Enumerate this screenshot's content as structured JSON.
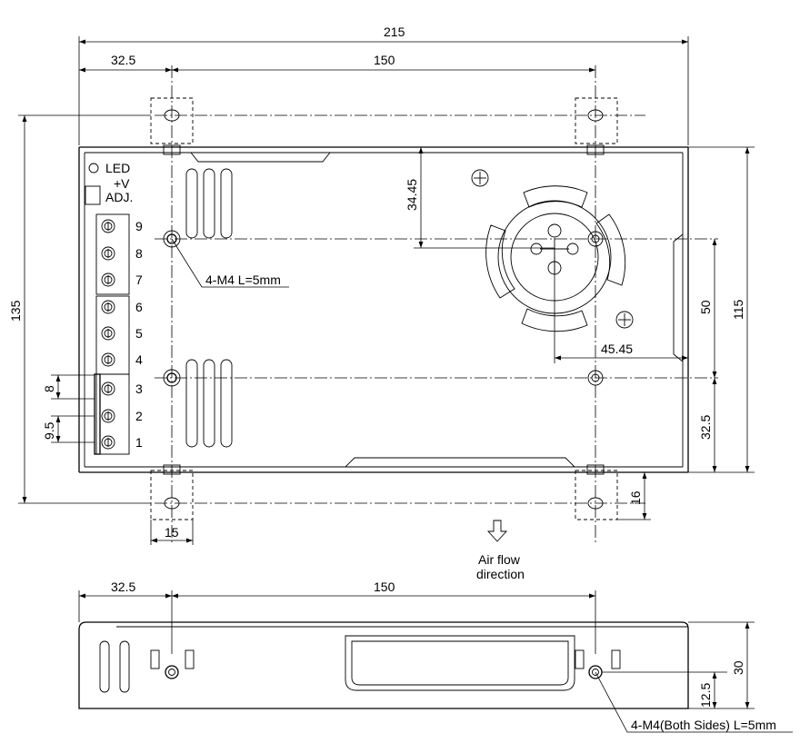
{
  "dimensions": {
    "overall_width": "215",
    "left_offset_top": "32.5",
    "hole_spacing_top": "150",
    "overall_height": "135",
    "fan_offset_vertical": "34.45",
    "fan_offset_horizontal": "45.45",
    "hole_spacing_vertical": "50",
    "lower_hole_offset": "32.5",
    "body_height": "115",
    "flange_height": "16",
    "flange_width": "15",
    "terminal_pitch_a": "8",
    "terminal_pitch_b": "9.5",
    "side_left_offset": "32.5",
    "side_hole_spacing": "150",
    "side_height": "30",
    "side_hole_height": "12.5"
  },
  "labels": {
    "led": "LED",
    "vadj_line1": "+V",
    "vadj_line2": "ADJ.",
    "screw_callout_top": "4-M4 L=5mm",
    "screw_callout_side": "4-M4(Both Sides) L=5mm",
    "airflow_line1": "Air flow",
    "airflow_line2": "direction"
  },
  "terminals": [
    "9",
    "8",
    "7",
    "6",
    "5",
    "4",
    "3",
    "2",
    "1"
  ]
}
